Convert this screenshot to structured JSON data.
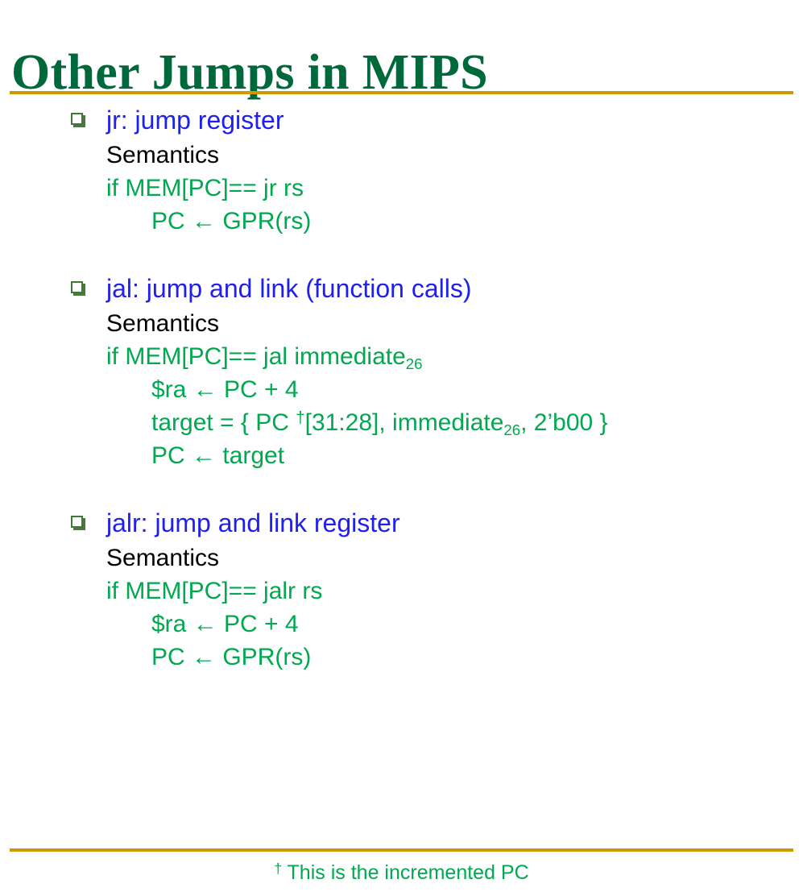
{
  "slide": {
    "title": "Other Jumps in MIPS",
    "colors": {
      "title_green": "#00693C",
      "rule_gold": "#CC9A06",
      "bullet_blue": "#1F1FEE",
      "code_green": "#00A94F",
      "plain_black": "#000000",
      "bullet_marker_green": "#3C7A34",
      "background": "#FFFFFF"
    },
    "divider_top": "horizontal-rule",
    "divider_bottom": "horizontal-rule",
    "blocks": [
      {
        "bullet": "jr: jump register",
        "semantics_label": "Semantics",
        "code": [
          {
            "indent": 0,
            "pre": "if MEM[PC]== jr rs",
            "sub": "",
            "post": ""
          },
          {
            "indent": 1,
            "pre": "PC ← GPR(rs)",
            "sub": "",
            "post": ""
          }
        ]
      },
      {
        "bullet": "jal: jump and link (function calls)",
        "semantics_label": "Semantics",
        "code": [
          {
            "indent": 0,
            "pre": "if MEM[PC]== jal immediate",
            "sub": "26",
            "post": ""
          },
          {
            "indent": 1,
            "pre": "$ra ← PC + 4",
            "sub": "",
            "post": ""
          },
          {
            "indent": 1,
            "pre": "target = { PC ",
            "sup": "†",
            "mid": "[31:28], immediate",
            "sub": "26",
            "post": ", 2’b00 }"
          },
          {
            "indent": 1,
            "pre": "PC ← target",
            "sub": "",
            "post": ""
          }
        ]
      },
      {
        "bullet": "jalr: jump and link register",
        "semantics_label": "Semantics",
        "code": [
          {
            "indent": 0,
            "pre": "if MEM[PC]== jalr rs",
            "sub": "",
            "post": ""
          },
          {
            "indent": 1,
            "pre": "$ra ← PC + 4",
            "sub": "",
            "post": ""
          },
          {
            "indent": 1,
            "pre": "PC ← GPR(rs)",
            "sub": "",
            "post": ""
          }
        ]
      }
    ],
    "footnote": {
      "marker": "†",
      "text": " This is the incremented PC"
    }
  }
}
